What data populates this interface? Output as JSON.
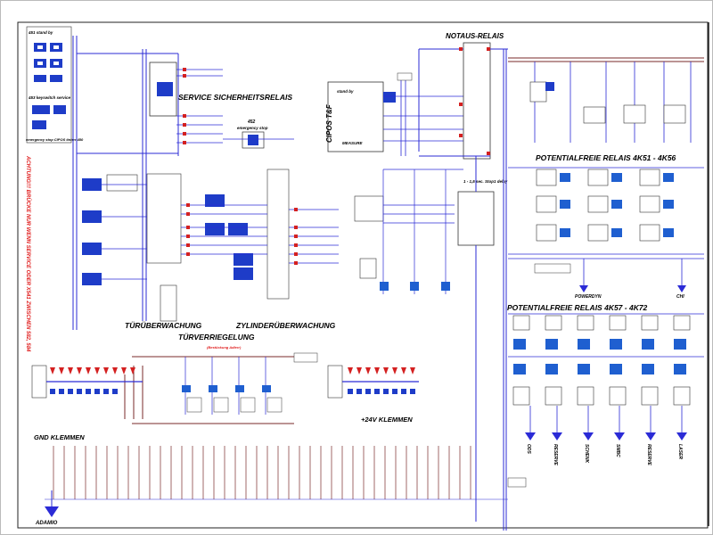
{
  "headings": {
    "notaus": "NOTAUS-RELAIS",
    "service": "SERVICE SICHERHEITSRELAIS",
    "cipos": "CIPOS T&F",
    "measure": "MEASURE",
    "potfrei1": "POTENTIALFREIE RELAIS 4K51 - 4K56",
    "potfrei2": "POTENTIALFREIE RELAIS 4K57 - 4K72",
    "tuer": "TÜRÜBERWACHUNG",
    "zyl": "ZYLINDERÜBERWACHUNG",
    "tuerv": "TÜRVERRIEGELUNG",
    "klemmen24": "+24V KLEMMEN",
    "gnd": "GND KLEMMEN",
    "adamio": "ADAMIO",
    "powerdyn": "POWERDYN",
    "chi": "CHI",
    "standby_451": "451 stand by",
    "keyswitch_453": "453 keyswitch service",
    "estop_450": "emergency stop CIPOS tinher 450",
    "estop_452": "emergency stop",
    "n452": "452",
    "standby": "stand by",
    "timer": "1 - 1,5 sec. Stop1 delay",
    "redvert": "ACHTUNG!!! BRÜCKE NUR WENN SERVICE ODER X541 ZWISCHEN 582, 584",
    "bus_right": [
      "ODS",
      "RESERVE",
      "SCHENK",
      "SMBC",
      "RESERVE",
      "LASER"
    ],
    "redsmall": "(Bestückung Adlerr)"
  },
  "colors": {
    "wire": "#2b2bd6",
    "wire_dark": "#1a1a1a",
    "loop": "#7a2a2a",
    "term_red": "#d42020",
    "term_blue": "#1e3cc8",
    "relay_blue": "#1f5fd0",
    "border": "#202020"
  }
}
